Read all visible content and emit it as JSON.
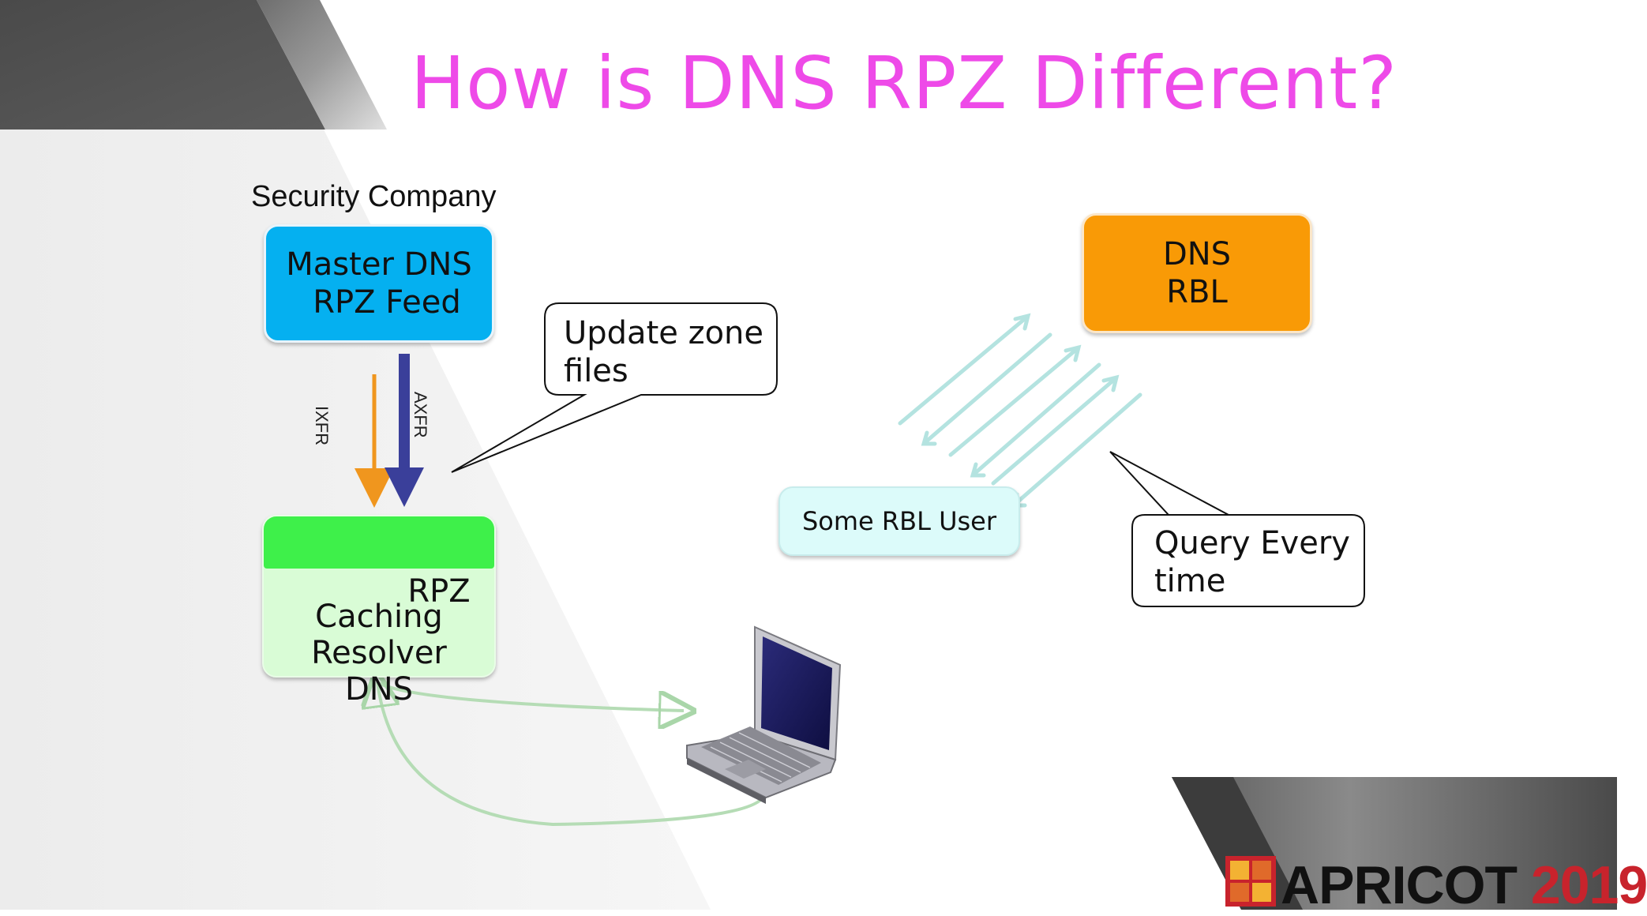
{
  "slide": {
    "title": "How is DNS RPZ Different?",
    "security_company_label": "Security Company",
    "master_box": {
      "line1": "Master DNS",
      "line2": "RPZ Feed",
      "color": "#05b0f0"
    },
    "rbl_box": {
      "line1": "DNS",
      "line2": "RBL",
      "color": "#f99a06"
    },
    "rbl_user_box": {
      "label": "Some RBL User",
      "color": "#dcfbfa"
    },
    "resolver_box": {
      "header": "RPZ",
      "line1": "Caching",
      "line2": "Resolver",
      "line3": "DNS",
      "header_color": "#3ef04a",
      "body_color": "#d9fcd6"
    },
    "transfer_labels": {
      "ixfr": "IXFR",
      "axfr": "AXFR"
    },
    "callouts": {
      "update": {
        "line1": "Update zone",
        "line2": "files"
      },
      "query": {
        "line1": "Query Every",
        "line2": "time"
      }
    },
    "arrow_colors": {
      "ixfr": "#f0961e",
      "axfr": "#3a3f9a",
      "queries": "#b4e3e0",
      "laptop_link": "#b5dcb5"
    },
    "title_color": "#ee4ae8",
    "laptop_icon": "laptop-icon",
    "logo": {
      "text": "APRICOT",
      "year": "2019",
      "year_color": "#c8232c"
    }
  }
}
